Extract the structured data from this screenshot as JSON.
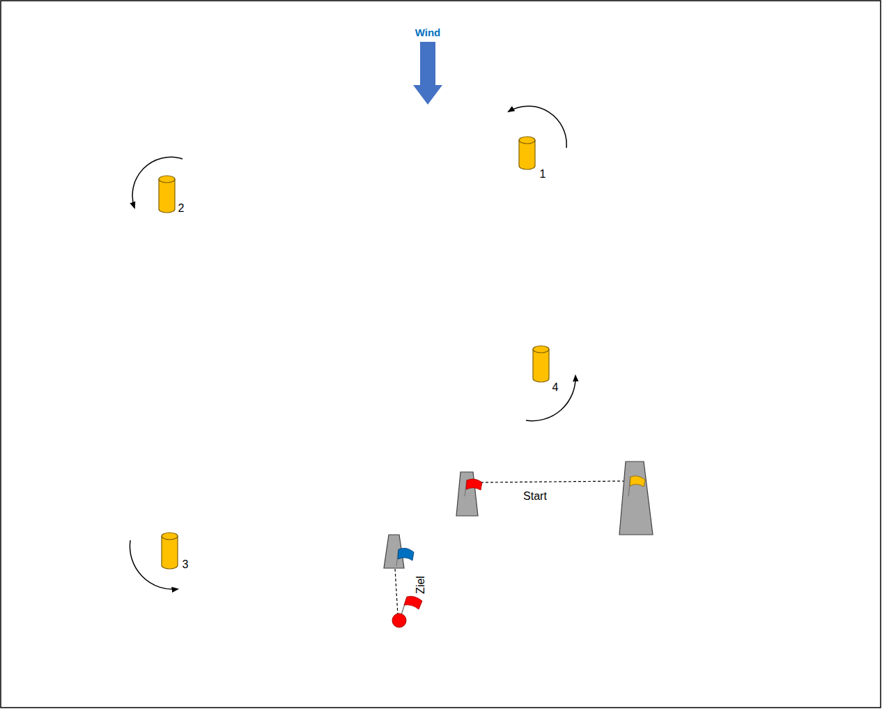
{
  "diagram": {
    "labels": [
      "Wind",
      "1",
      "2",
      "4",
      "Start",
      "3",
      "Ziel"
    ]
  }
}
